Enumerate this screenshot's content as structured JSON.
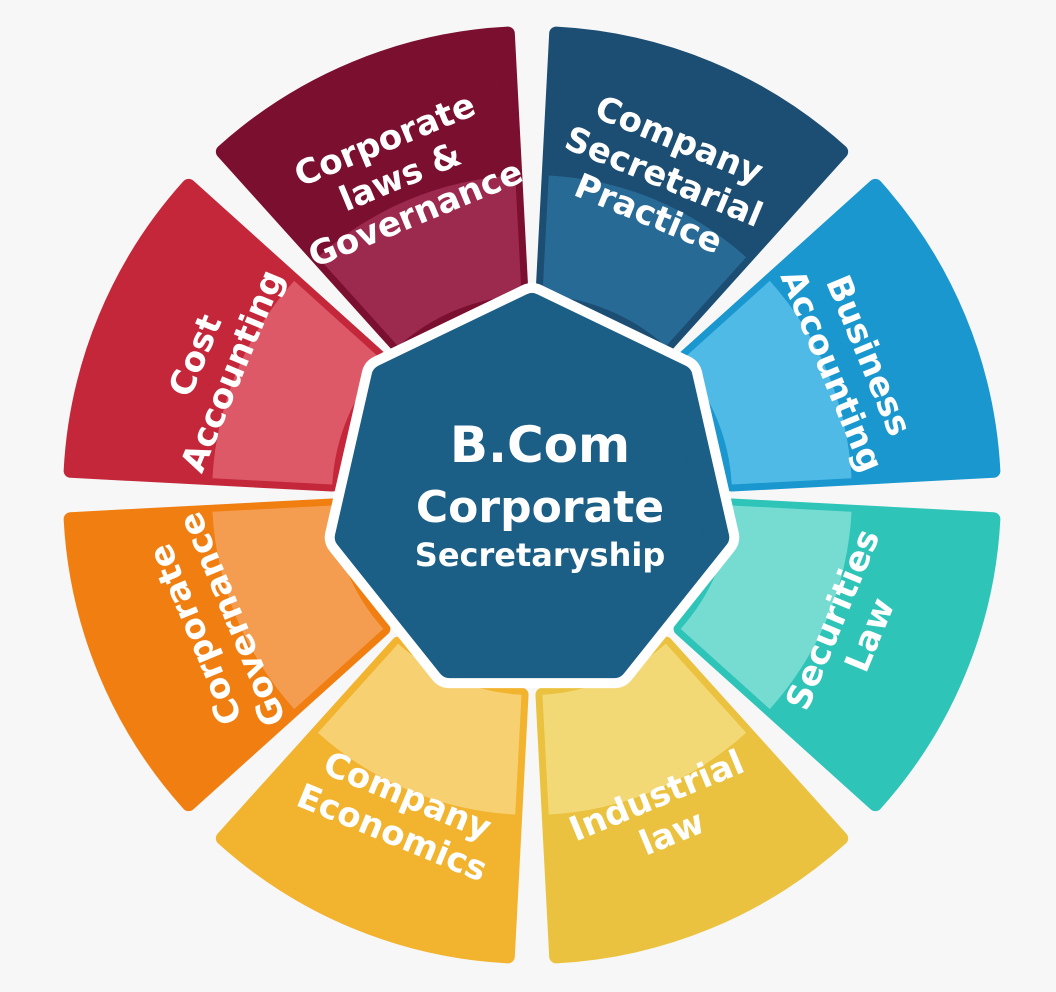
{
  "center": {
    "line1": "B.Com",
    "line2": "Corporate",
    "line3": "Secretaryship",
    "color": "#1b5e86"
  },
  "segments": [
    {
      "lines": [
        "Company",
        "Secretarial",
        "Practice"
      ],
      "color": "#1c4d72",
      "light": "#2c74a3"
    },
    {
      "lines": [
        "Business",
        "Accounting"
      ],
      "color": "#1a97cf",
      "light": "#63c6ee"
    },
    {
      "lines": [
        "Securities",
        "Law"
      ],
      "color": "#2ec4b8",
      "light": "#8fe3d8"
    },
    {
      "lines": [
        "Industrial",
        "law"
      ],
      "color": "#ebc23f",
      "light": "#f5e08a"
    },
    {
      "lines": [
        "Company",
        "Economics"
      ],
      "color": "#f2b32e",
      "light": "#f8d98a"
    },
    {
      "lines": [
        "Corporate",
        "Governance"
      ],
      "color": "#f07e10",
      "light": "#f5a865"
    },
    {
      "lines": [
        "Cost",
        "Accounting"
      ],
      "color": "#c4263a",
      "light": "#e66b78"
    },
    {
      "lines": [
        "Corporate",
        "laws &",
        "Governance"
      ],
      "color": "#7a0f30",
      "light": "#a8345a"
    }
  ]
}
